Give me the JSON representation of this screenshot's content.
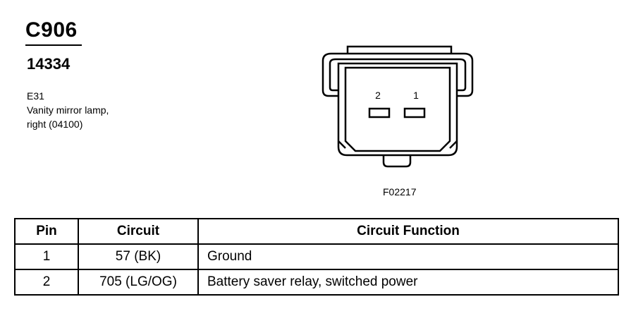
{
  "header": {
    "connector_id": "C906",
    "part_number": "14334",
    "component_code": "E31",
    "description_lines": [
      "Vanity mirror lamp,",
      "right (04100)"
    ]
  },
  "figure": {
    "code": "F02217",
    "pins": [
      {
        "label": "2"
      },
      {
        "label": "1"
      }
    ]
  },
  "table": {
    "headers": [
      "Pin",
      "Circuit",
      "Circuit Function"
    ],
    "rows": [
      {
        "pin": "1",
        "circuit": "57 (BK)",
        "function": "Ground"
      },
      {
        "pin": "2",
        "circuit": "705 (LG/OG)",
        "function": "Battery saver relay, switched power"
      }
    ]
  }
}
